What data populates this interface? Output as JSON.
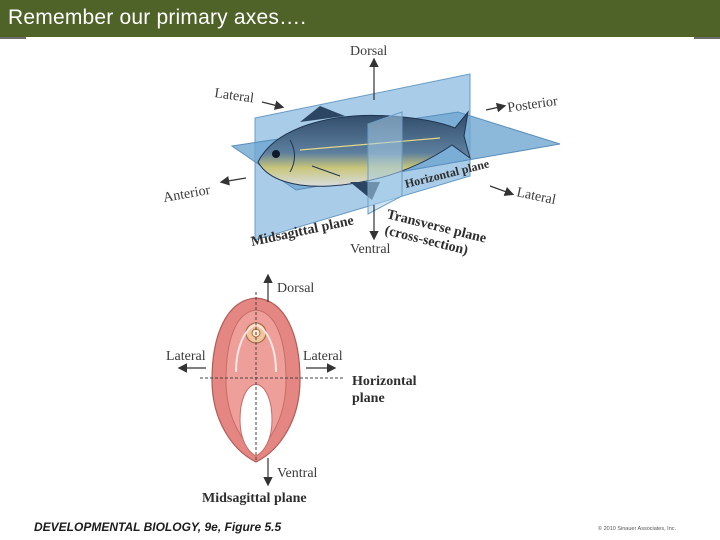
{
  "slide": {
    "title": "Remember our primary axes….",
    "caption": "DEVELOPMENTAL BIOLOGY, 9e, Figure 5.5",
    "copyright": "© 2010 Sinauer Associates, Inc."
  },
  "fish_figure": {
    "dorsal": "Dorsal",
    "ventral": "Ventral",
    "lateral_left": "Lateral",
    "lateral_right": "Lateral",
    "anterior": "Anterior",
    "posterior": "Posterior",
    "horizontal_plane": "Horizontal plane",
    "midsagittal_plane": "Midsagittal plane",
    "transverse_plane_line1": "Transverse plane",
    "transverse_plane_line2": "(cross-section)"
  },
  "cross_section": {
    "dorsal": "Dorsal",
    "ventral": "Ventral",
    "lateral_left": "Lateral",
    "lateral_right": "Lateral",
    "horizontal_plane_line1": "Horizontal",
    "horizontal_plane_line2": "plane",
    "midsagittal_plane": "Midsagittal plane"
  },
  "colors": {
    "title_bar": "#4f6228",
    "plane_blue": "#7fb0d6",
    "tissue_red": "#e07a78",
    "fish_body": "#3f5f80"
  }
}
